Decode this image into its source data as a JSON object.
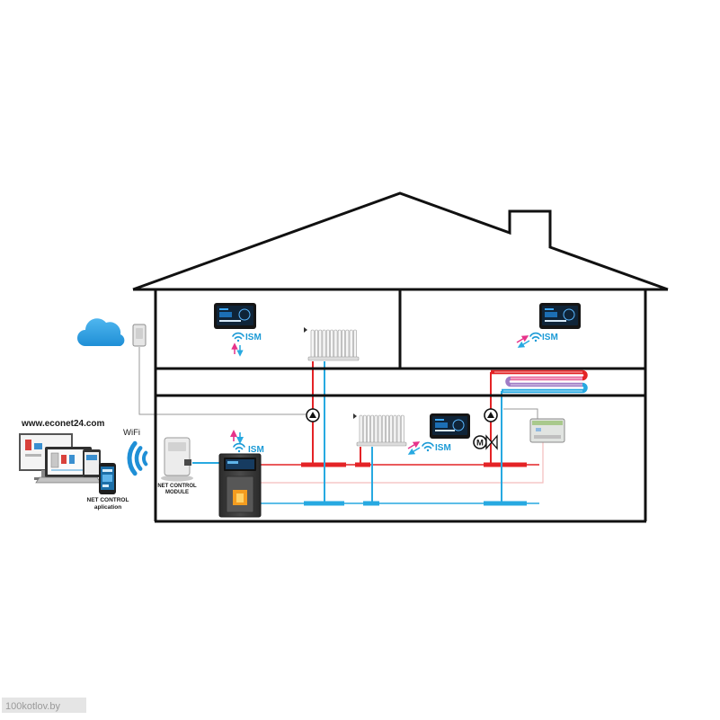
{
  "labels": {
    "website": "www.econet24.com",
    "wifi": "WiFi",
    "app_line1": "NET CONTROL",
    "app_line2": "aplication",
    "module_line1": "NET CONTROL",
    "module_line2": "MODULE",
    "ism_upper_left": "ISM",
    "ism_upper_right": "ISM",
    "ism_lower_middle": "ISM",
    "ism_boiler": "ISM",
    "mixing_valve": "M",
    "watermark": "100kotlov.by"
  },
  "colors": {
    "supply_pipe": "#e42326",
    "return_pipe": "#27a9e1",
    "signal_up": "#e6338a",
    "signal_down": "#27a9e1",
    "ism_text": "#1b9ad6",
    "cloud": "#2c9fe2",
    "boiler_fire": "#f39c1f"
  },
  "icons": [
    "cloud-icon",
    "wifi-signal-icon",
    "controller-panel-icon",
    "radiator-icon",
    "pump-icon",
    "mixing-valve-icon",
    "boiler-icon",
    "smartphone-icon",
    "laptop-icon"
  ]
}
